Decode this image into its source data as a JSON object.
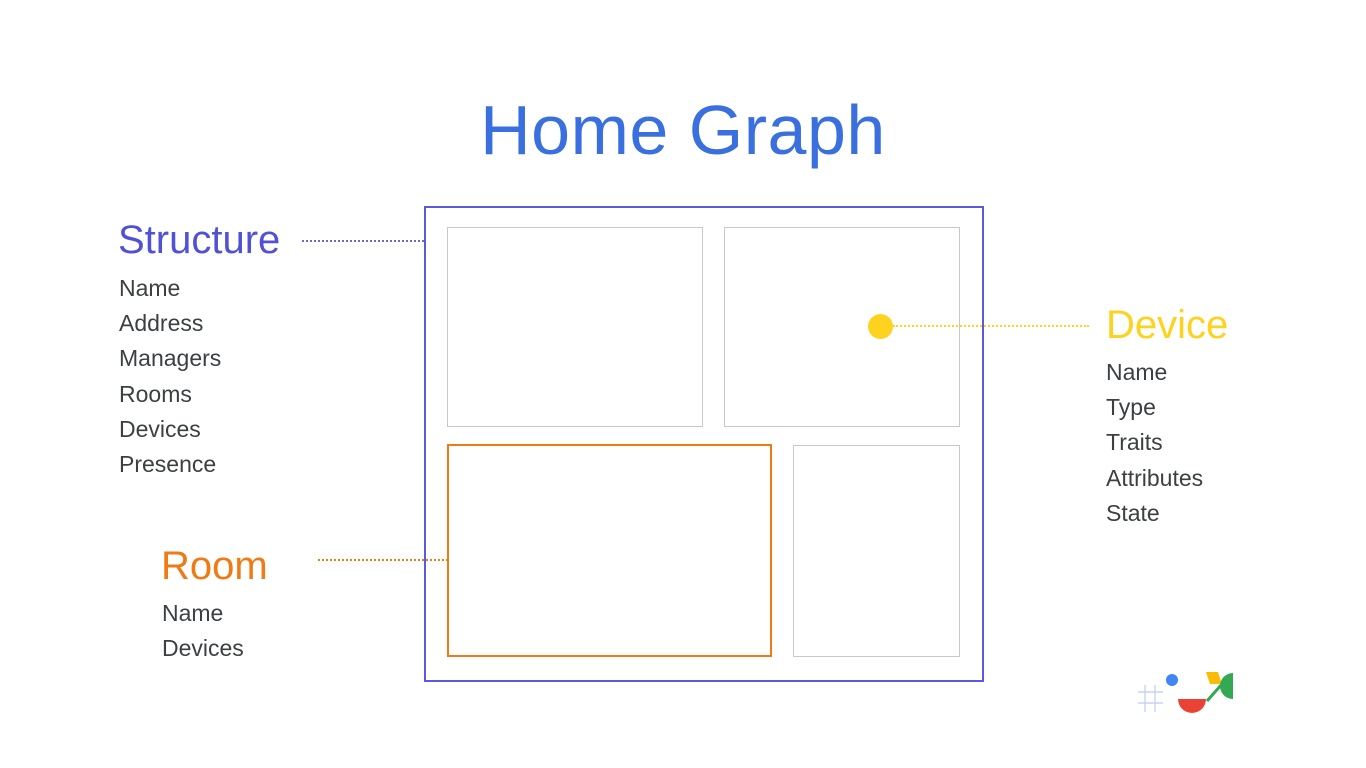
{
  "title": "Home Graph",
  "structure": {
    "heading": "Structure",
    "attributes": [
      "Name",
      "Address",
      "Managers",
      "Rooms",
      "Devices",
      "Presence"
    ]
  },
  "room": {
    "heading": "Room",
    "attributes": [
      "Name",
      "Devices"
    ]
  },
  "device": {
    "heading": "Device",
    "attributes": [
      "Name",
      "Type",
      "Traits",
      "Attributes",
      "State"
    ]
  },
  "colors": {
    "title": "#3a6fe0",
    "structure": "#5151d6",
    "room": "#f07a14",
    "device": "#fdd31f",
    "inner_box_border": "#c8c8c8",
    "logo_blue": "#4285f4",
    "logo_red": "#ea4335",
    "logo_yellow": "#fbbc04",
    "logo_green": "#34a853"
  },
  "icons": {
    "event_logo": "google-io-shapes-logo"
  }
}
